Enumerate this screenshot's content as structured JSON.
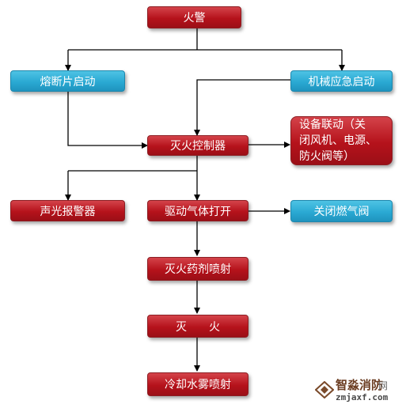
{
  "nodes": {
    "fire_alarm": "火警",
    "fuse_start": "熔断片启动",
    "mech_emergency_start": "机械应急启动",
    "controller": "灭火控制器",
    "linkage_line1": "设备联动（关",
    "linkage_line2": "闭风机、电源、",
    "linkage_line3": "防火阀等）",
    "sound_light_alarm": "声光报警器",
    "drive_gas_open": "驱动气体打开",
    "close_gas_valve": "关闭燃气阀",
    "agent_spray": "灭火药剂喷射",
    "extinguish": "灭　　火",
    "cooling_mist": "冷却水雾喷射"
  },
  "watermark": {
    "name": "智淼消防",
    "suffix": "网",
    "url": "zmjaxf.com"
  },
  "colors": {
    "red_box": "#b5121b",
    "blue_box": "#2aa9d3",
    "connector": "#000000"
  }
}
